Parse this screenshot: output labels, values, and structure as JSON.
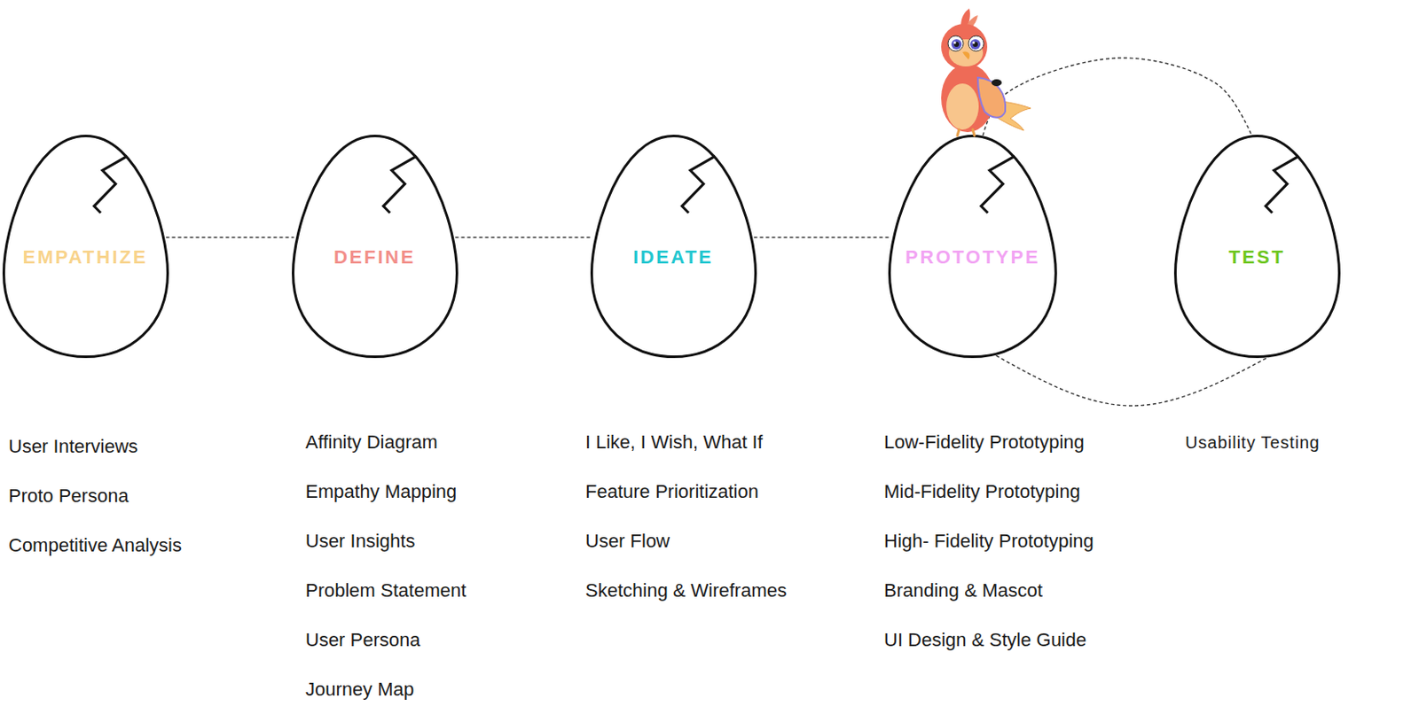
{
  "diagram": {
    "nodes": [
      {
        "text": [
          "EMPATHIZE"
        ]
      },
      {
        "text": [
          "DEFINE"
        ]
      },
      {
        "text": [
          "IDEATE"
        ]
      },
      {
        "text": [
          "PROTOTYPE"
        ]
      },
      {
        "text": [
          "TEST"
        ]
      }
    ],
    "edges": [
      {
        "from": 0,
        "to": 1,
        "arrow": "none"
      },
      {
        "from": 1,
        "to": 2,
        "arrow": "none"
      },
      {
        "from": 2,
        "to": 3,
        "arrow": "none"
      },
      {
        "from": 3,
        "to": 4,
        "arrow": "none"
      },
      {
        "from": 4,
        "to": 3,
        "arrow": "none"
      }
    ],
    "labels": [
      "User Interviews",
      "Proto Persona",
      "Competitive Analysis",
      "Affinity Diagram",
      "Empathy Mapping",
      "User Insights",
      "Problem Statement",
      "User Persona",
      "Journey Map",
      "I Like, I Wish, What If",
      "Feature Prioritization",
      "User Flow",
      "Sketching & Wireframes",
      "Low-Fidelity Prototyping",
      "Mid-Fidelity Prototyping",
      "High- Fidelity Prototyping",
      "Branding & Mascot",
      "UI Design & Style Guide",
      "Usability Testing"
    ]
  }
}
